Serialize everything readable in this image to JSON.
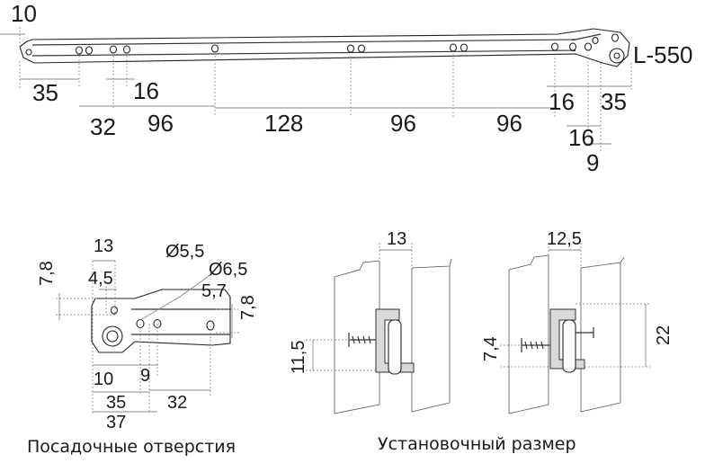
{
  "rail": {
    "length_label": "L-550",
    "top_dims": [
      "10"
    ],
    "bottom_dims": {
      "d35_left": "35",
      "d16_left": "16",
      "d32": "32",
      "d96_a": "96",
      "d128": "128",
      "d96_b": "96",
      "d96_c": "96",
      "d16_right": "16",
      "d35_right": "35",
      "d16_low": "16",
      "d9": "9"
    }
  },
  "bracket": {
    "dims": {
      "d13": "13",
      "d4_5": "4,5",
      "d7_8_left": "7,8",
      "dia5_5": "Ø5,5",
      "dia6_5": "Ø6,5",
      "d5_7": "5,7",
      "d7_8_right": "7,8",
      "d10": "10",
      "d9": "9",
      "d35": "35",
      "d37": "37",
      "d32": "32"
    },
    "caption": "Посадочные отверстия"
  },
  "install": {
    "left": {
      "gap": "13",
      "height": "11,5"
    },
    "right": {
      "gap": "12,5",
      "height": "7,4",
      "total": "22"
    },
    "caption": "Установочный размер"
  }
}
